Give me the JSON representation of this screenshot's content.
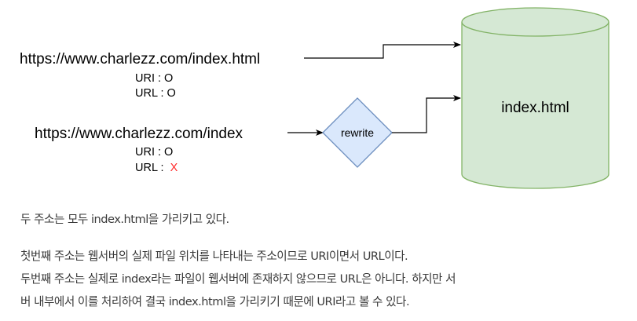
{
  "diagram": {
    "url1": "https://www.charlezz.com/index.html",
    "url1_uri": "URI : O",
    "url1_url": "URL : O",
    "url2": "https://www.charlezz.com/index",
    "url2_uri": "URI : O",
    "url2_url_prefix": "URL : ",
    "url2_url_mark": "X",
    "rewrite_label": "rewrite",
    "db_label": "index.html",
    "colors": {
      "db_fill": "#d5e8d4",
      "db_stroke": "#82b366",
      "rewrite_fill": "#dae8fc",
      "rewrite_stroke": "#6c8ebf",
      "x_mark": "#ff2a2a"
    }
  },
  "text": {
    "p1": "두 주소는 모두 index.html을 가리키고 있다.",
    "p2_line1": "첫번째 주소는 웹서버의 실제 파일 위치를 나타내는 주소이므로 URI이면서 URL이다.",
    "p2_line2": "두번째 주소는 실제로 index라는 파일이 웹서버에 존재하지 않으므로 URL은 아니다. 하지만 서",
    "p2_line3": "버 내부에서 이를 처리하여 결국 index.html을 가리키기 때문에 URI라고 볼 수 있다."
  }
}
